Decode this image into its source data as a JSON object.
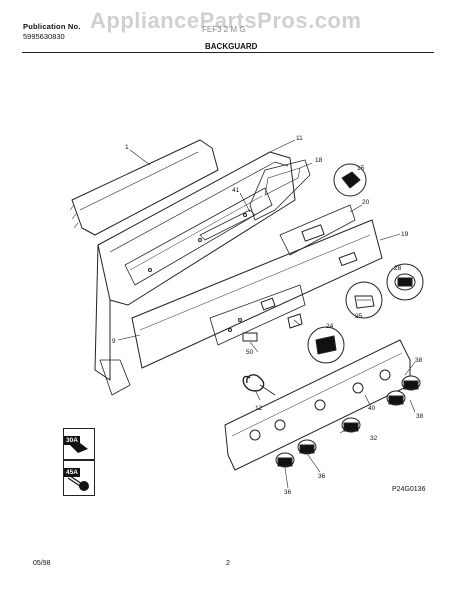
{
  "header": {
    "publication_label": "Publication No.",
    "publication_number": "5995630830",
    "model": "FEF3 2 M G",
    "section_title": "BACKGUARD"
  },
  "watermark": "AppliancePartsPros.com",
  "footer": {
    "date": "05/98",
    "page": "2",
    "diagram_code": "P24G0136"
  },
  "callouts": [
    {
      "label": "1"
    },
    {
      "label": "11"
    },
    {
      "label": "18"
    },
    {
      "label": "41"
    },
    {
      "label": "15"
    },
    {
      "label": "20"
    },
    {
      "label": "19"
    },
    {
      "label": "28"
    },
    {
      "label": "25"
    },
    {
      "label": "24"
    },
    {
      "label": "50"
    },
    {
      "label": "9"
    },
    {
      "label": "12"
    },
    {
      "label": "38"
    },
    {
      "label": "40"
    },
    {
      "label": "38"
    },
    {
      "label": "32"
    },
    {
      "label": "36"
    },
    {
      "label": "36"
    }
  ],
  "legend": [
    {
      "label": "30A"
    },
    {
      "label": "45A"
    }
  ]
}
